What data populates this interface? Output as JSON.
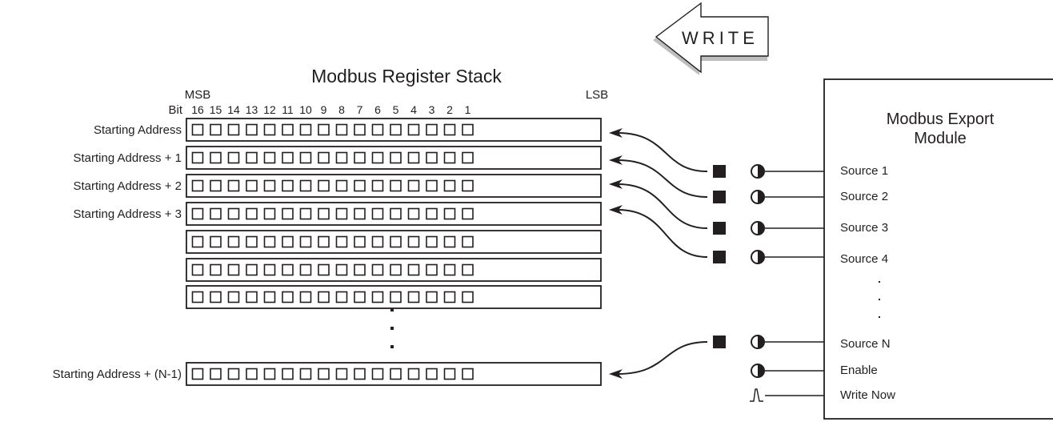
{
  "write_arrow": {
    "label": "WRITE"
  },
  "stack": {
    "title": "Modbus Register Stack",
    "msb_label": "MSB",
    "lsb_label": "LSB",
    "bit_label": "Bit",
    "bit_numbers": [
      "16",
      "15",
      "14",
      "13",
      "12",
      "11",
      "10",
      "9",
      "8",
      "7",
      "6",
      "5",
      "4",
      "3",
      "2",
      "1"
    ],
    "row_labels": [
      "Starting Address",
      "Starting Address + 1",
      "Starting Address + 2",
      "Starting Address + 3",
      "",
      "",
      "",
      "Starting Address + (N-1)"
    ]
  },
  "module": {
    "title_line1": "Modbus Export",
    "title_line2": "Module",
    "inputs": [
      "Source 1",
      "Source 2",
      "Source 3",
      "Source 4",
      "Source N",
      "Enable",
      "Write Now"
    ]
  },
  "colors": {
    "ink": "#231f20",
    "arrow_shadow": "#bcbec0",
    "background": "#ffffff"
  },
  "icons": {
    "numeric": "filled-square-icon",
    "boolean": "half-filled-circle-icon",
    "pulse": "pulse-icon"
  }
}
